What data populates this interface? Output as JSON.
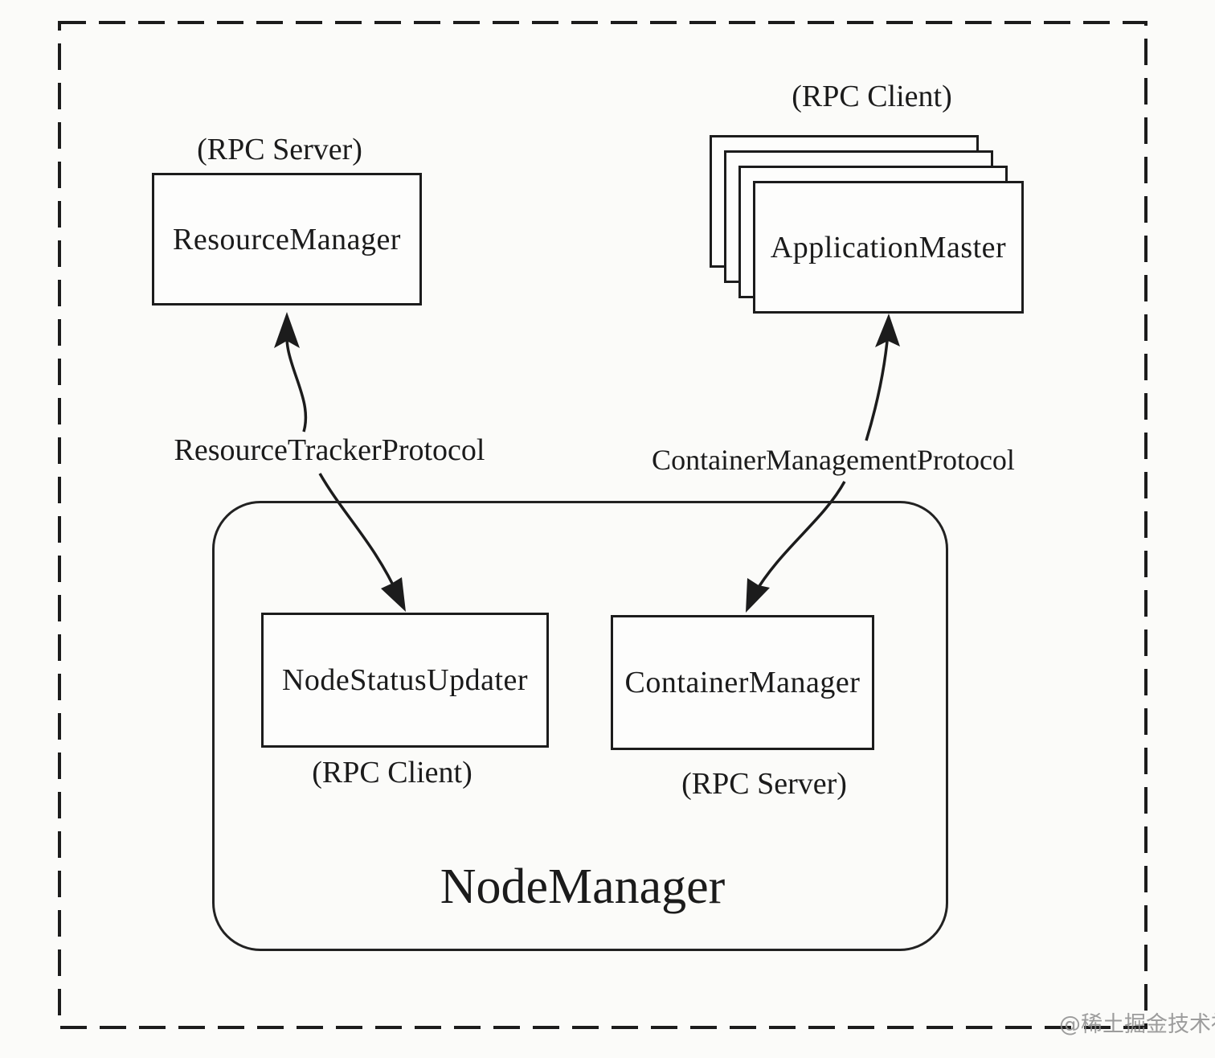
{
  "diagram": {
    "resource_manager": {
      "label": "ResourceManager",
      "annotation": "(RPC Server)"
    },
    "application_master": {
      "label": "ApplicationMaster",
      "annotation": "(RPC Client)"
    },
    "node_status_updater": {
      "label": "NodeStatusUpdater",
      "annotation": "(RPC Client)"
    },
    "container_manager": {
      "label": "ContainerManager",
      "annotation": "(RPC Server)"
    },
    "node_manager": {
      "label": "NodeManager"
    },
    "protocols": {
      "resource_tracker": "ResourceTrackerProtocol",
      "container_management": "ContainerManagementProtocol"
    },
    "watermark": "@稀土掘金技术社区",
    "colors": {
      "line": "#1c1c1c",
      "background": "#fbfbf9",
      "box_fill": "#fdfdfc",
      "watermark": "#8c8c8c"
    }
  }
}
